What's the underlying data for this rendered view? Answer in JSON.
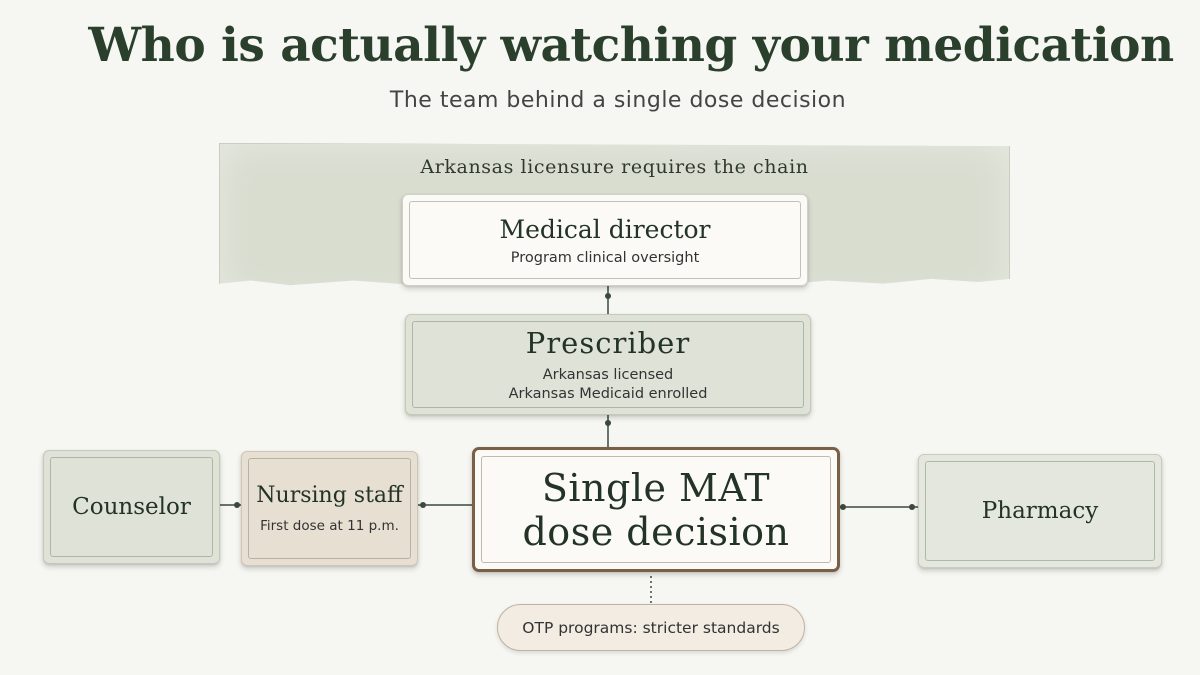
{
  "header": {
    "title": "Who is actually watching your medication",
    "subtitle": "The team behind a single dose decision"
  },
  "band": {
    "label": "Arkansas licensure requires the chain"
  },
  "nodes": {
    "medical_director": {
      "title": "Medical director",
      "subtitle": "Program clinical oversight"
    },
    "prescriber": {
      "title": "Prescriber",
      "lines": [
        "Arkansas licensed",
        "Arkansas Medicaid enrolled"
      ]
    },
    "dose_decision": {
      "lines": [
        "Single MAT",
        "dose decision"
      ]
    },
    "counselor": {
      "title": "Counselor"
    },
    "nursing_staff": {
      "title": "Nursing staff",
      "subtitle": "First dose at 11 p.m."
    },
    "pharmacy": {
      "title": "Pharmacy"
    },
    "otp_note": {
      "label": "OTP programs: stricter standards"
    }
  },
  "colors": {
    "connector": "#3b4a3c",
    "title": "#2b3f2d",
    "dose_border": "#7b5e46",
    "band": "#d9ddd0"
  }
}
